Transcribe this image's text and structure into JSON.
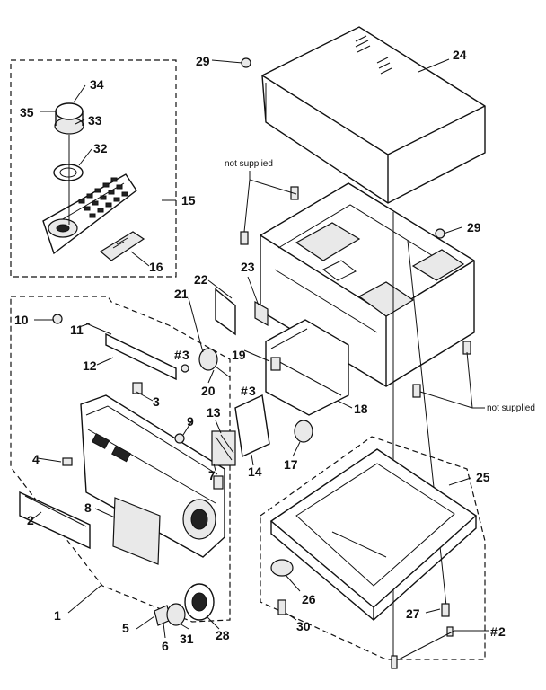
{
  "callouts": {
    "c1": "1",
    "c2": "2",
    "c3": "3",
    "c4": "4",
    "c5": "5",
    "c6": "6",
    "c7": "7",
    "c8": "8",
    "c9": "9",
    "c10": "10",
    "c11": "11",
    "c12": "12",
    "c13": "13",
    "c14": "14",
    "c15": "15",
    "c16": "16",
    "c17": "17",
    "c18": "18",
    "c19": "19",
    "c20": "20",
    "c21": "21",
    "c22": "22",
    "c23": "23",
    "c24": "24",
    "c25": "25",
    "c26": "26",
    "c27": "27",
    "c28": "28",
    "c29a": "29",
    "c29b": "29",
    "c30": "30",
    "c31": "31",
    "c32": "32",
    "c33": "33",
    "c34": "34",
    "c35": "35",
    "c3a": "3",
    "c3b": "3",
    "c2b": "2"
  },
  "notes": {
    "not_supplied_top": "not supplied",
    "not_supplied_right": "not supplied"
  },
  "prefix_marks": {
    "hash_a": "#",
    "hash_b": "#",
    "hash_c": "#"
  }
}
